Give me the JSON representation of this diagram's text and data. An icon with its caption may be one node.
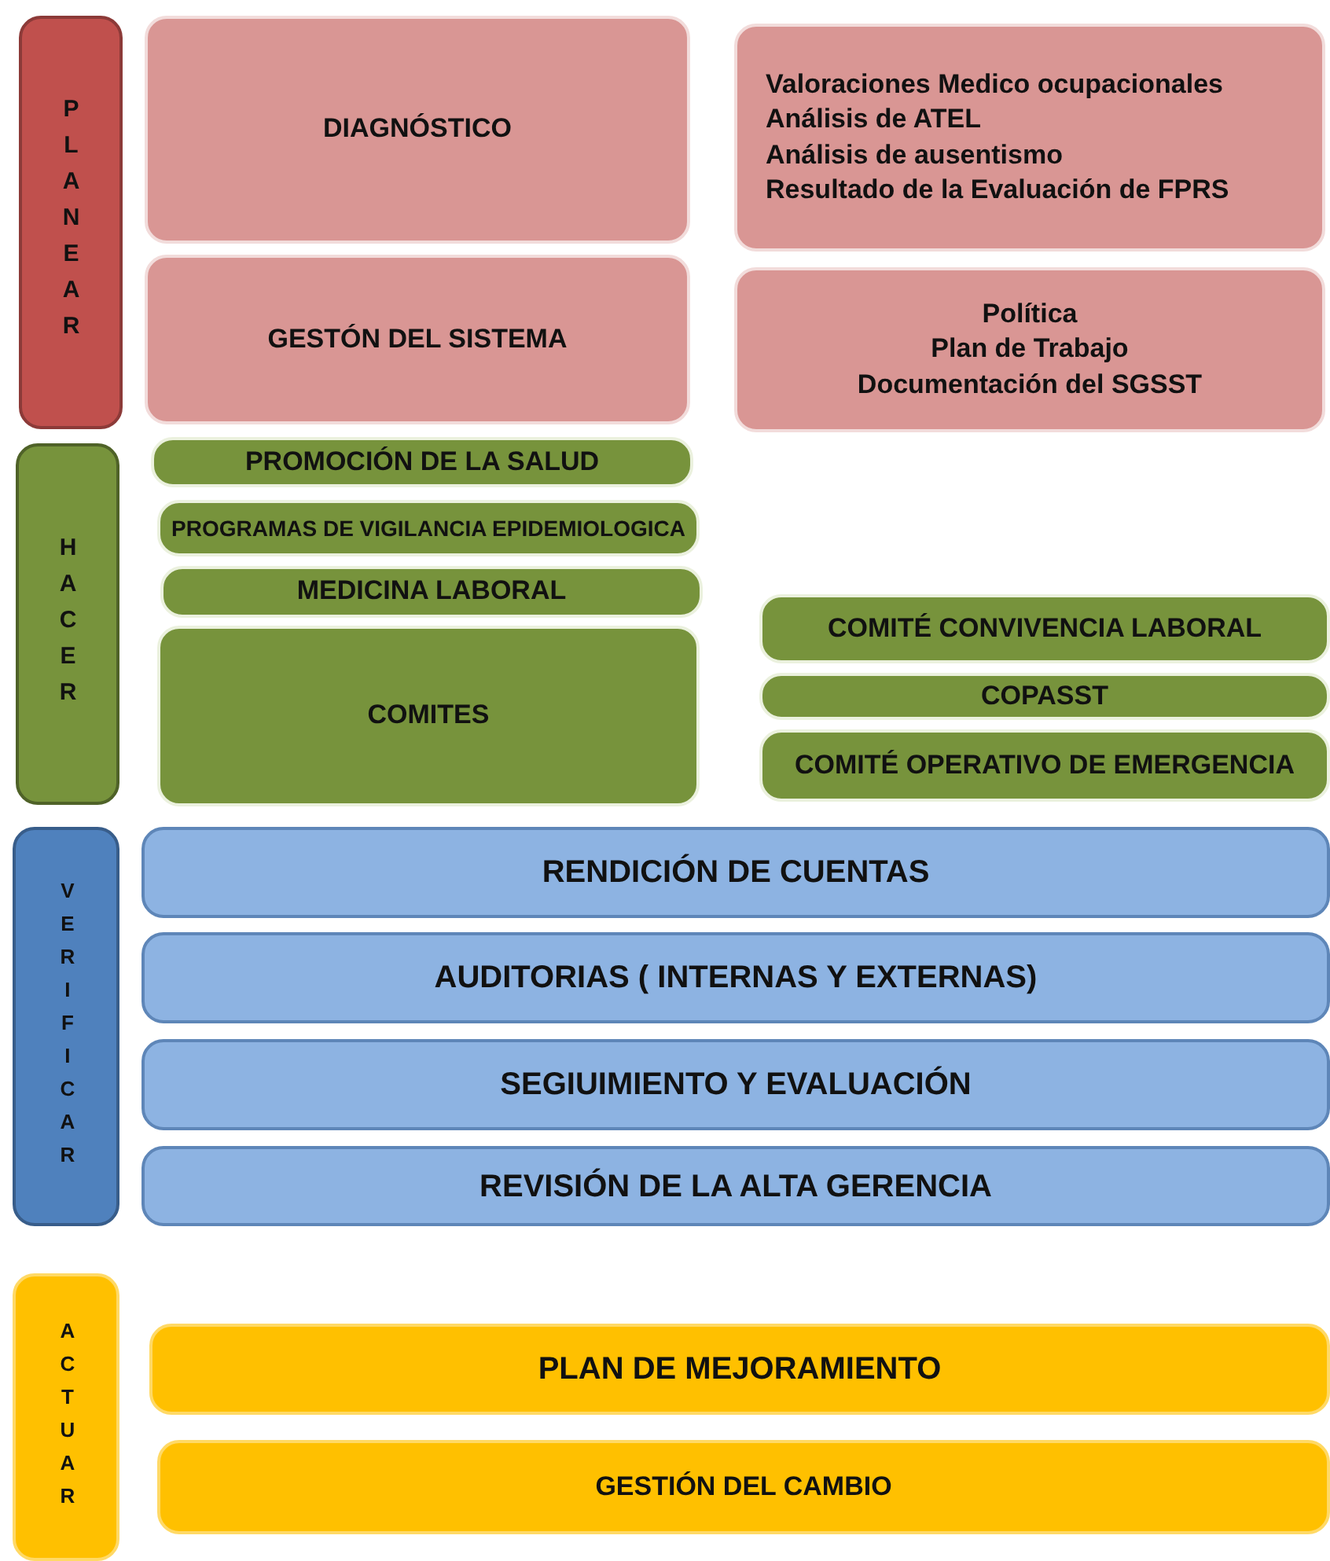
{
  "diagram": {
    "nodes": [
      {
        "text": [
          "PLANEAR"
        ]
      },
      {
        "text": [
          "DIAGNÓSTICO"
        ]
      },
      {
        "text": [
          "Valoraciones Medico ocupacionales",
          "Análisis de ATEL",
          "Análisis de ausentismo",
          "Resultado de  la Evaluación de FPRS"
        ]
      },
      {
        "text": [
          "GESTÓN DEL SISTEMA"
        ]
      },
      {
        "text": [
          "Política",
          "Plan de Trabajo",
          "Documentación del SGSST"
        ]
      },
      {
        "text": [
          "HACER"
        ]
      },
      {
        "text": [
          "PROMOCIÓN DE LA SALUD"
        ]
      },
      {
        "text": [
          "PROGRAMAS DE VIGILANCIA EPIDEMIOLOGICA"
        ]
      },
      {
        "text": [
          "MEDICINA LABORAL"
        ]
      },
      {
        "text": [
          "COMITÉ CONVIVENCIA LABORAL"
        ]
      },
      {
        "text": [
          "COMITES"
        ]
      },
      {
        "text": [
          "COPASST"
        ]
      },
      {
        "text": [
          "COMITÉ OPERATIVO DE EMERGENCIA"
        ]
      },
      {
        "text": [
          "VERIFICAR"
        ]
      },
      {
        "text": [
          "RENDICIÓN DE CUENTAS"
        ]
      },
      {
        "text": [
          "AUDITORIAS ( INTERNAS Y EXTERNAS)"
        ]
      },
      {
        "text": [
          "SEGIUIMIENTO Y EVALUACIÓN"
        ]
      },
      {
        "text": [
          "REVISIÓN DE LA ALTA GERENCIA"
        ]
      },
      {
        "text": [
          "ACTUAR"
        ]
      },
      {
        "text": [
          "PLAN DE MEJORAMIENTO"
        ]
      },
      {
        "text": [
          "GESTIÓN DEL CAMBIO"
        ]
      }
    ]
  }
}
